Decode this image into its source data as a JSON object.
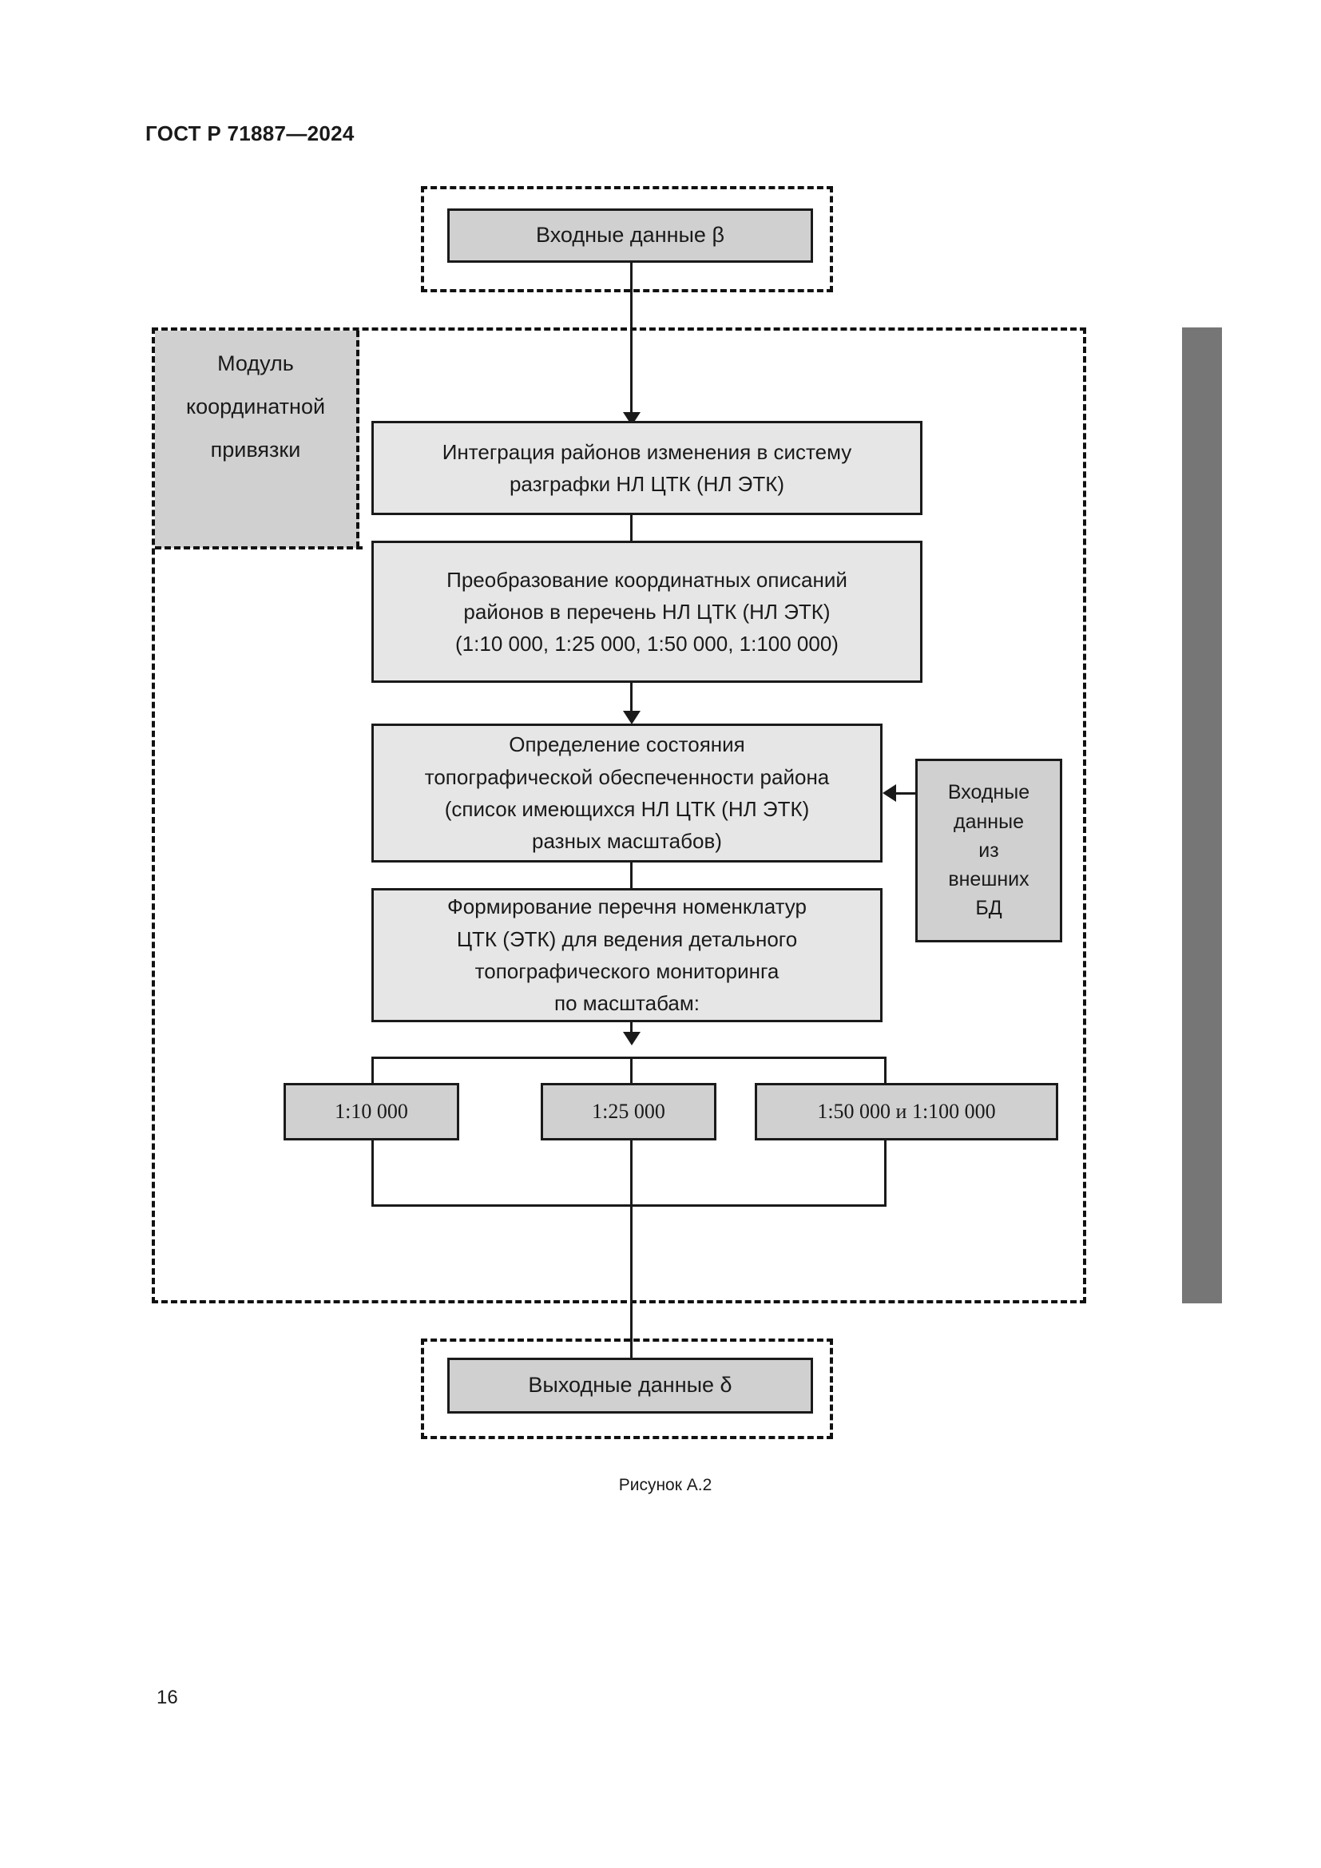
{
  "document": {
    "standard_header": "ГОСТ Р 71887—2024",
    "page_number": "16",
    "figure_caption": "Рисунок А.2"
  },
  "diagram": {
    "input_node": {
      "label": "Входные данные β"
    },
    "module": {
      "label_line1": "Модуль",
      "label_line2": "координатной",
      "label_line3": "привязки"
    },
    "steps": [
      {
        "id": "step-1",
        "line1": "Интеграция районов изменения в систему",
        "line2": "разграфки НЛ ЦТК (НЛ ЭТК)"
      },
      {
        "id": "step-2",
        "line1": "Преобразование координатных описаний",
        "line2": "районов в перечень НЛ ЦТК (НЛ ЭТК)",
        "line3": "(1:10 000, 1:25 000, 1:50 000, 1:100 000)"
      },
      {
        "id": "step-3",
        "line1": "Определение состояния",
        "line2": "топографической обеспеченности района",
        "line3": "(список имеющихся НЛ ЦТК (НЛ ЭТК)",
        "line4": "разных масштабов)"
      },
      {
        "id": "step-4",
        "line1": "Формирование перечня номенклатур",
        "line2": "ЦТК (ЭТК) для ведения детального",
        "line3": "топографического мониторинга",
        "line4": "по масштабам:"
      }
    ],
    "external_source": {
      "line1": "Входные",
      "line2": "данные",
      "line3": "из",
      "line4": "внешних",
      "line5": "БД"
    },
    "scales": [
      {
        "label": "1:10 000"
      },
      {
        "label": "1:25 000"
      },
      {
        "label": "1:50 000 и 1:100 000"
      }
    ],
    "output_node": {
      "label": "Выходные данные δ"
    },
    "colors": {
      "stroke": "#1a1a1a",
      "io_fill": "#d0d0d0",
      "process_fill": "#e6e6e6",
      "scan_bar": "#767676",
      "page_background": "#ffffff"
    }
  }
}
